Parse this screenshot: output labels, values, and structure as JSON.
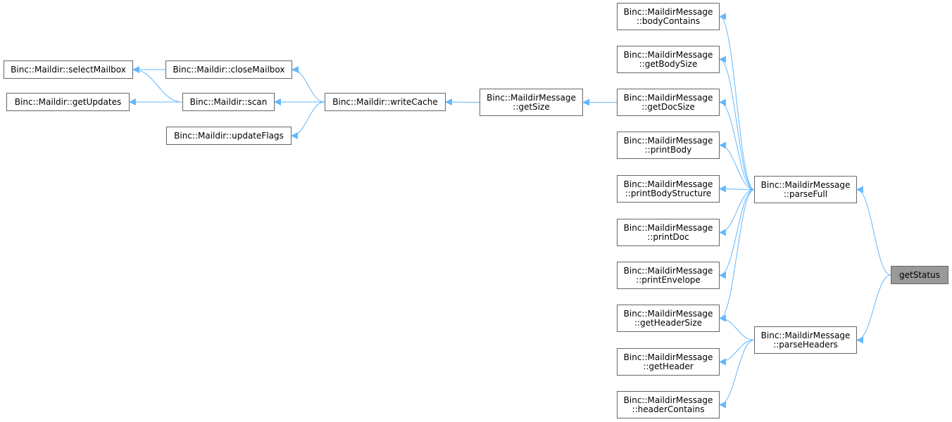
{
  "colors": {
    "edge": "#63b8ff",
    "node_border": "#666666",
    "focus_fill": "#999999"
  },
  "nodes": [
    {
      "id": "selectMailbox",
      "lines": [
        "Binc::Maildir::selectMailbox"
      ]
    },
    {
      "id": "getUpdates",
      "lines": [
        "Binc::Maildir::getUpdates"
      ]
    },
    {
      "id": "closeMailbox",
      "lines": [
        "Binc::Maildir::closeMailbox"
      ]
    },
    {
      "id": "scan",
      "lines": [
        "Binc::Maildir::scan"
      ]
    },
    {
      "id": "updateFlags",
      "lines": [
        "Binc::Maildir::updateFlags"
      ]
    },
    {
      "id": "writeCache",
      "lines": [
        "Binc::Maildir::writeCache"
      ]
    },
    {
      "id": "getSize",
      "lines": [
        "Binc::MaildirMessage",
        "::getSize"
      ]
    },
    {
      "id": "bodyContains",
      "lines": [
        "Binc::MaildirMessage",
        "::bodyContains"
      ]
    },
    {
      "id": "getBodySize",
      "lines": [
        "Binc::MaildirMessage",
        "::getBodySize"
      ]
    },
    {
      "id": "getDocSize",
      "lines": [
        "Binc::MaildirMessage",
        "::getDocSize"
      ]
    },
    {
      "id": "printBody",
      "lines": [
        "Binc::MaildirMessage",
        "::printBody"
      ]
    },
    {
      "id": "printBodyStructure",
      "lines": [
        "Binc::MaildirMessage",
        "::printBodyStructure"
      ]
    },
    {
      "id": "printDoc",
      "lines": [
        "Binc::MaildirMessage",
        "::printDoc"
      ]
    },
    {
      "id": "printEnvelope",
      "lines": [
        "Binc::MaildirMessage",
        "::printEnvelope"
      ]
    },
    {
      "id": "getHeaderSize",
      "lines": [
        "Binc::MaildirMessage",
        "::getHeaderSize"
      ]
    },
    {
      "id": "getHeader",
      "lines": [
        "Binc::MaildirMessage",
        "::getHeader"
      ]
    },
    {
      "id": "headerContains",
      "lines": [
        "Binc::MaildirMessage",
        "::headerContains"
      ]
    },
    {
      "id": "parseFull",
      "lines": [
        "Binc::MaildirMessage",
        "::parseFull"
      ]
    },
    {
      "id": "parseHeaders",
      "lines": [
        "Binc::MaildirMessage",
        "::parseHeaders"
      ]
    },
    {
      "id": "getStatus",
      "lines": [
        "getStatus"
      ],
      "focus": true
    }
  ],
  "edges": [
    {
      "from": "closeMailbox",
      "to": "selectMailbox"
    },
    {
      "from": "scan",
      "to": "selectMailbox"
    },
    {
      "from": "scan",
      "to": "getUpdates"
    },
    {
      "from": "writeCache",
      "to": "closeMailbox"
    },
    {
      "from": "writeCache",
      "to": "scan"
    },
    {
      "from": "writeCache",
      "to": "updateFlags"
    },
    {
      "from": "getSize",
      "to": "writeCache"
    },
    {
      "from": "getDocSize",
      "to": "getSize"
    },
    {
      "from": "parseFull",
      "to": "bodyContains"
    },
    {
      "from": "parseFull",
      "to": "getBodySize"
    },
    {
      "from": "parseFull",
      "to": "getDocSize"
    },
    {
      "from": "parseFull",
      "to": "printBody"
    },
    {
      "from": "parseFull",
      "to": "printBodyStructure"
    },
    {
      "from": "parseFull",
      "to": "printDoc"
    },
    {
      "from": "parseFull",
      "to": "printEnvelope"
    },
    {
      "from": "parseFull",
      "to": "getHeaderSize"
    },
    {
      "from": "parseHeaders",
      "to": "getHeaderSize"
    },
    {
      "from": "parseHeaders",
      "to": "getHeader"
    },
    {
      "from": "parseHeaders",
      "to": "headerContains"
    },
    {
      "from": "getStatus",
      "to": "parseFull"
    },
    {
      "from": "getStatus",
      "to": "parseHeaders"
    }
  ]
}
